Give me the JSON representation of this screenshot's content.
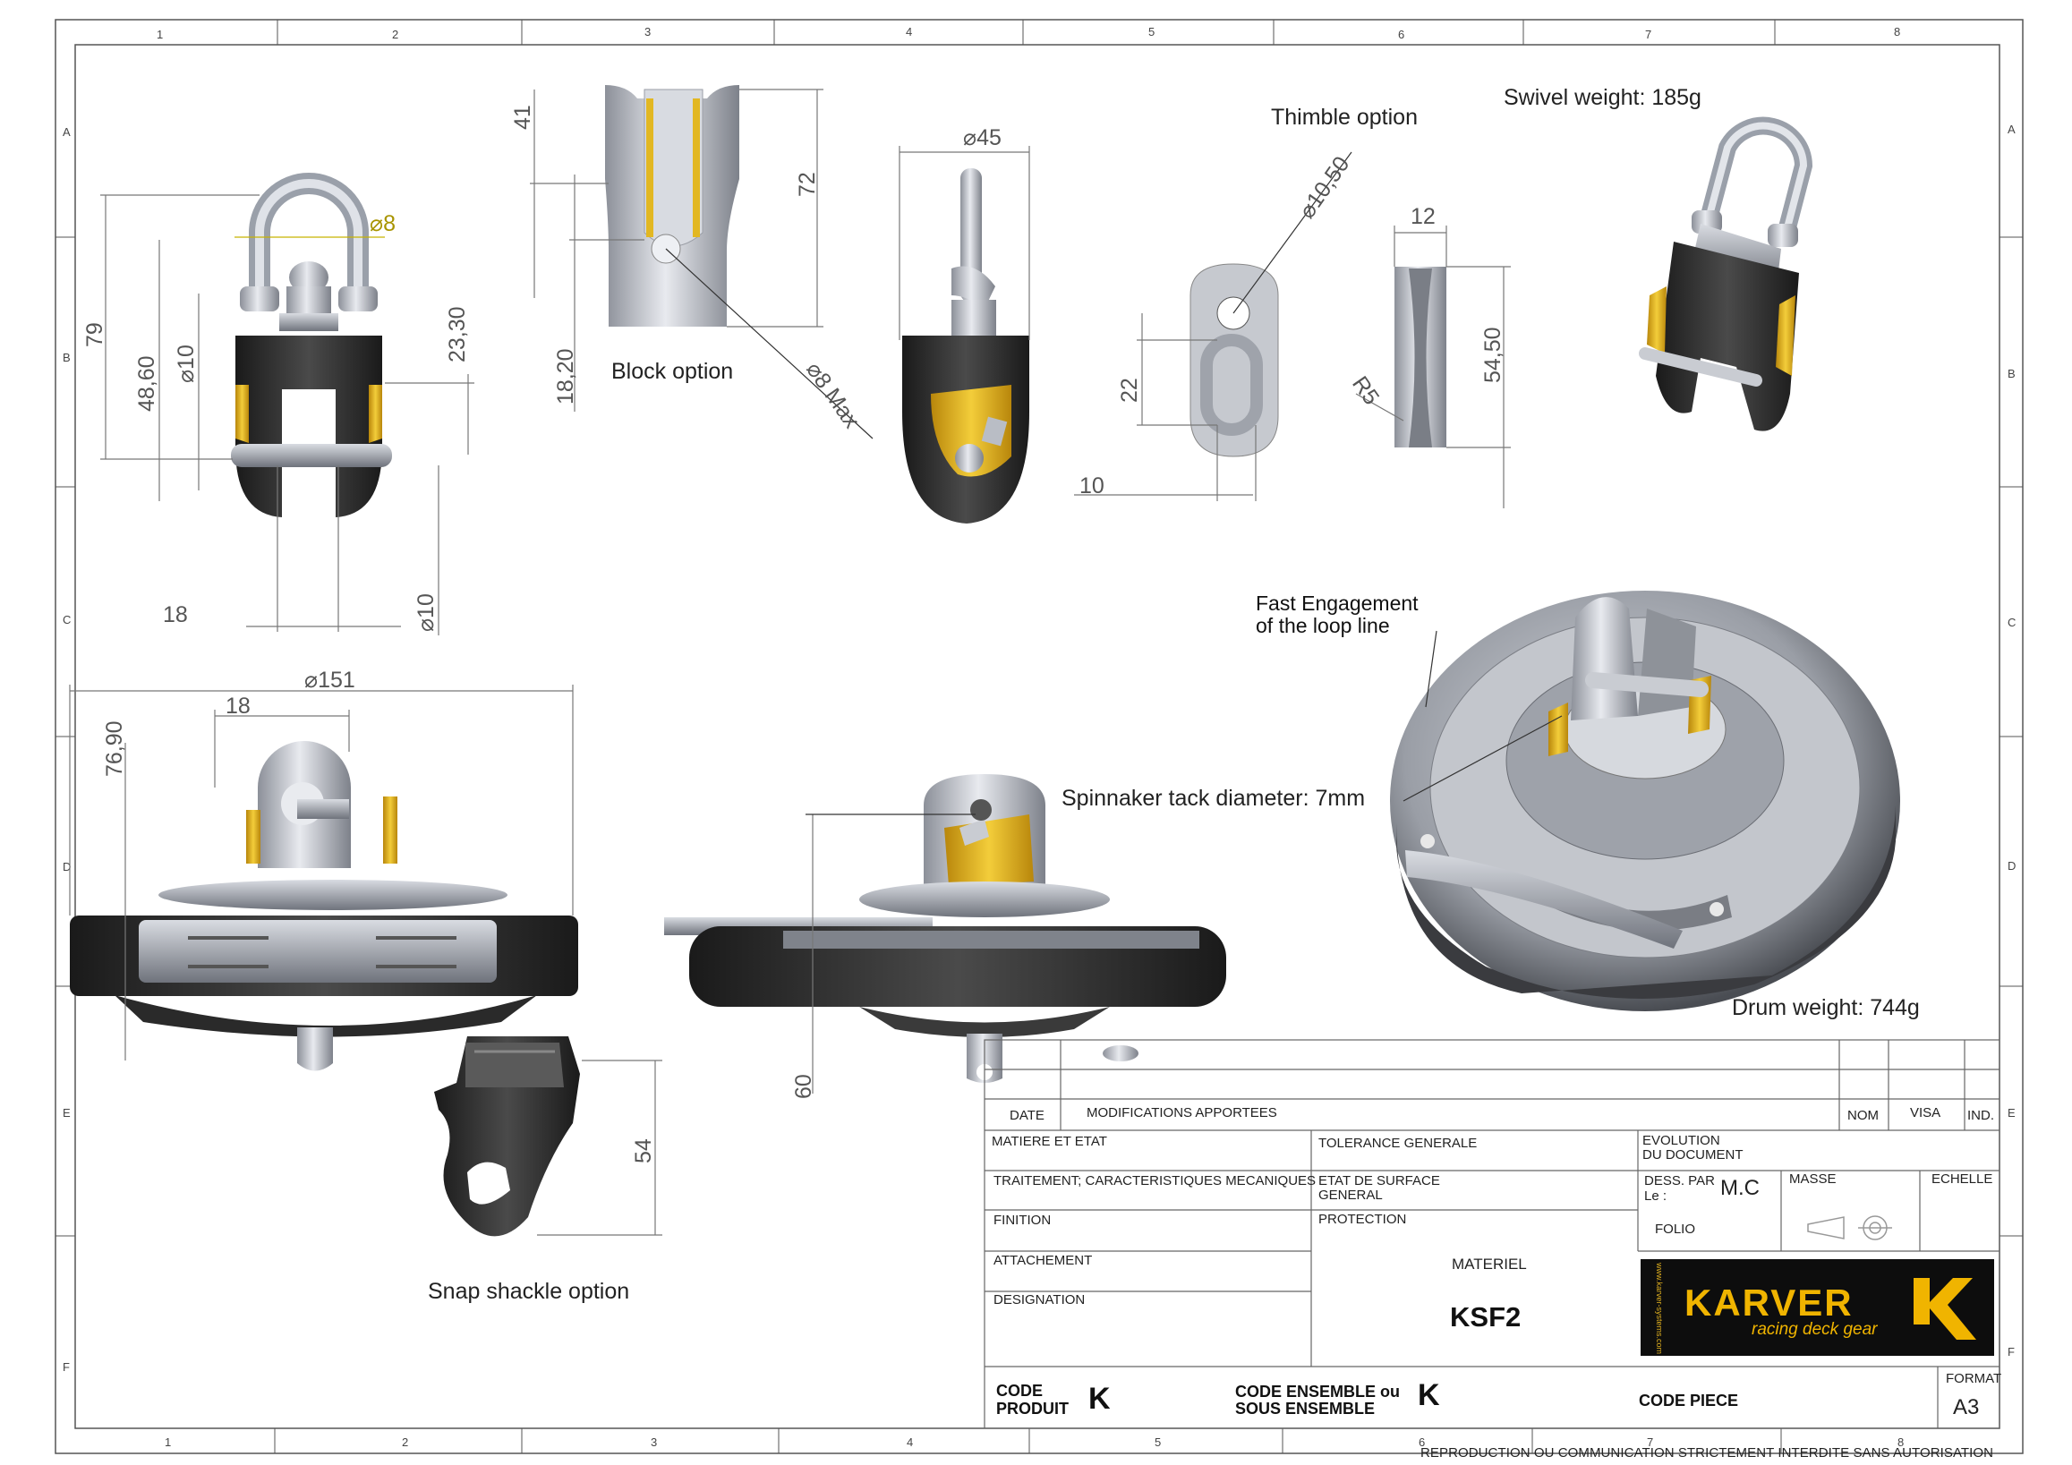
{
  "border": {
    "cols": [
      "1",
      "2",
      "3",
      "4",
      "5",
      "6",
      "7",
      "8"
    ],
    "rows": [
      "A",
      "B",
      "C",
      "D",
      "E",
      "F"
    ]
  },
  "captions": {
    "block_option": "Block option",
    "thimble_option": "Thimble option",
    "swivel_weight": "Swivel weight: 185g",
    "fast_engagement_1": "Fast Engagement",
    "fast_engagement_2": "of the loop line",
    "spinnaker_tack": "Spinnaker tack diameter: 7mm",
    "drum_weight": "Drum weight:  744g",
    "snap_shackle": "Snap shackle option"
  },
  "dimensions": {
    "d8": "8",
    "h79": "79",
    "h48_60": "48,60",
    "d10_top": "10",
    "h23_30": "23,30",
    "w18_front": "18",
    "d10_bottom": "10",
    "h41": "41",
    "h72": "72",
    "h18_20": "18,20",
    "d8_max": "8 Max",
    "d45": "45",
    "d10_50": "10,50",
    "h22": "22",
    "w10": "10",
    "w12": "12",
    "h54_50": "54,50",
    "r5": "R5",
    "d151": "151",
    "w18_drum": "18",
    "h76_90": "76,90",
    "h60": "60",
    "h54": "54"
  },
  "title_block": {
    "date": "DATE",
    "modifications": "MODIFICATIONS  APPORTEES",
    "nom": "NOM",
    "visa": "VISA",
    "ind": "IND.",
    "matiere": "MATIERE ET ETAT",
    "tolerance": "TOLERANCE GENERALE",
    "evolution_1": "EVOLUTION",
    "evolution_2": "DU DOCUMENT",
    "traitement": "TRAITEMENT;  CARACTERISTIQUES MECANIQUES",
    "etat_surface_1": "ETAT DE SURFACE",
    "etat_surface_2": "GENERAL",
    "dess_par_1": "DESS. PAR",
    "dess_par_2": "Le :",
    "dess_value": "M.C",
    "masse": "MASSE",
    "echelle": "ECHELLE",
    "finition": "FINITION",
    "protection": "PROTECTION",
    "folio": "FOLIO",
    "attachement": "ATTACHEMENT",
    "materiel": "MATERIEL",
    "designation": "DESIGNATION",
    "product": "KSF2",
    "code_produit_1": "CODE",
    "code_produit_2": "PRODUIT",
    "code_produit_value": "K",
    "code_ensemble_1": "CODE ENSEMBLE ou",
    "code_ensemble_2": "SOUS ENSEMBLE",
    "code_ensemble_value": "K",
    "code_piece": "CODE PIECE",
    "format_label": "FORMAT",
    "format_value": "A3",
    "footer": "REPRODUCTION  OU  COMMUNICATION  STRICTEMENT  INTERDITE  SANS  AUTORISATION"
  },
  "logo": {
    "brand": "KARVER",
    "tagline": "racing deck gear",
    "side": "www.karver-systems.com"
  },
  "colors": {
    "yellow": "#e8b81c",
    "dark": "#2a2a2a",
    "metal": "#b8bcc4",
    "logo_bg": "#0d0d0d"
  }
}
